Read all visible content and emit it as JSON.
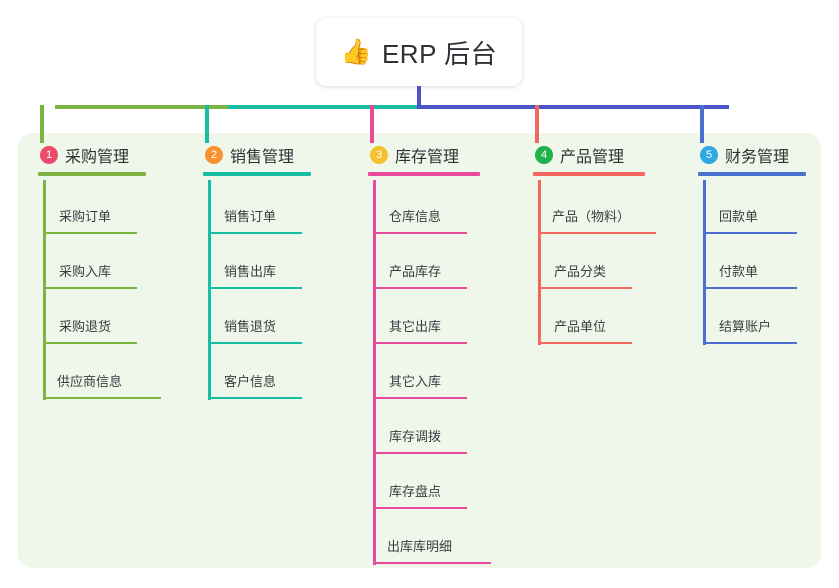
{
  "root": {
    "icon": "thumbs-up-icon",
    "icon_glyph": "👍",
    "title": "ERP 后台"
  },
  "diagram": {
    "type": "mind-map",
    "panel_background": "#eef7e9",
    "bus_colors": [
      "#7cb342",
      "#18bda3",
      "#4b53c8"
    ],
    "root_stem_color": "#4b53c8"
  },
  "columns": [
    {
      "index": "1",
      "title": "采购管理",
      "badge_color": "#ec4c6a",
      "rule_color": "#7cb342",
      "leg_color": "#7cb342",
      "items": [
        {
          "label": "采购订单"
        },
        {
          "label": "采购入库"
        },
        {
          "label": "采购退货"
        },
        {
          "label": "供应商信息"
        }
      ]
    },
    {
      "index": "2",
      "title": "销售管理",
      "badge_color": "#f7922f",
      "rule_color": "#18bda3",
      "leg_color": "#18bda3",
      "items": [
        {
          "label": "销售订单"
        },
        {
          "label": "销售出库"
        },
        {
          "label": "销售退货"
        },
        {
          "label": "客户信息"
        }
      ]
    },
    {
      "index": "3",
      "title": "库存管理",
      "badge_color": "#f7c02f",
      "rule_color": "#e84a9e",
      "leg_color": "#e84a9e",
      "items": [
        {
          "label": "仓库信息"
        },
        {
          "label": "产品库存"
        },
        {
          "label": "其它出库"
        },
        {
          "label": "其它入库"
        },
        {
          "label": "库存调拨"
        },
        {
          "label": "库存盘点"
        },
        {
          "label": "出库库明细"
        }
      ]
    },
    {
      "index": "4",
      "title": "产品管理",
      "badge_color": "#22b24c",
      "rule_color": "#f4685f",
      "leg_color": "#f4685f",
      "items": [
        {
          "label": "产品（物料）"
        },
        {
          "label": "产品分类"
        },
        {
          "label": "产品单位"
        }
      ]
    },
    {
      "index": "5",
      "title": "财务管理",
      "badge_color": "#2fa8e0",
      "rule_color": "#4b6fd0",
      "leg_color": "#4b6fd0",
      "items": [
        {
          "label": "回款单"
        },
        {
          "label": "付款单"
        },
        {
          "label": "结算账户"
        }
      ]
    }
  ]
}
